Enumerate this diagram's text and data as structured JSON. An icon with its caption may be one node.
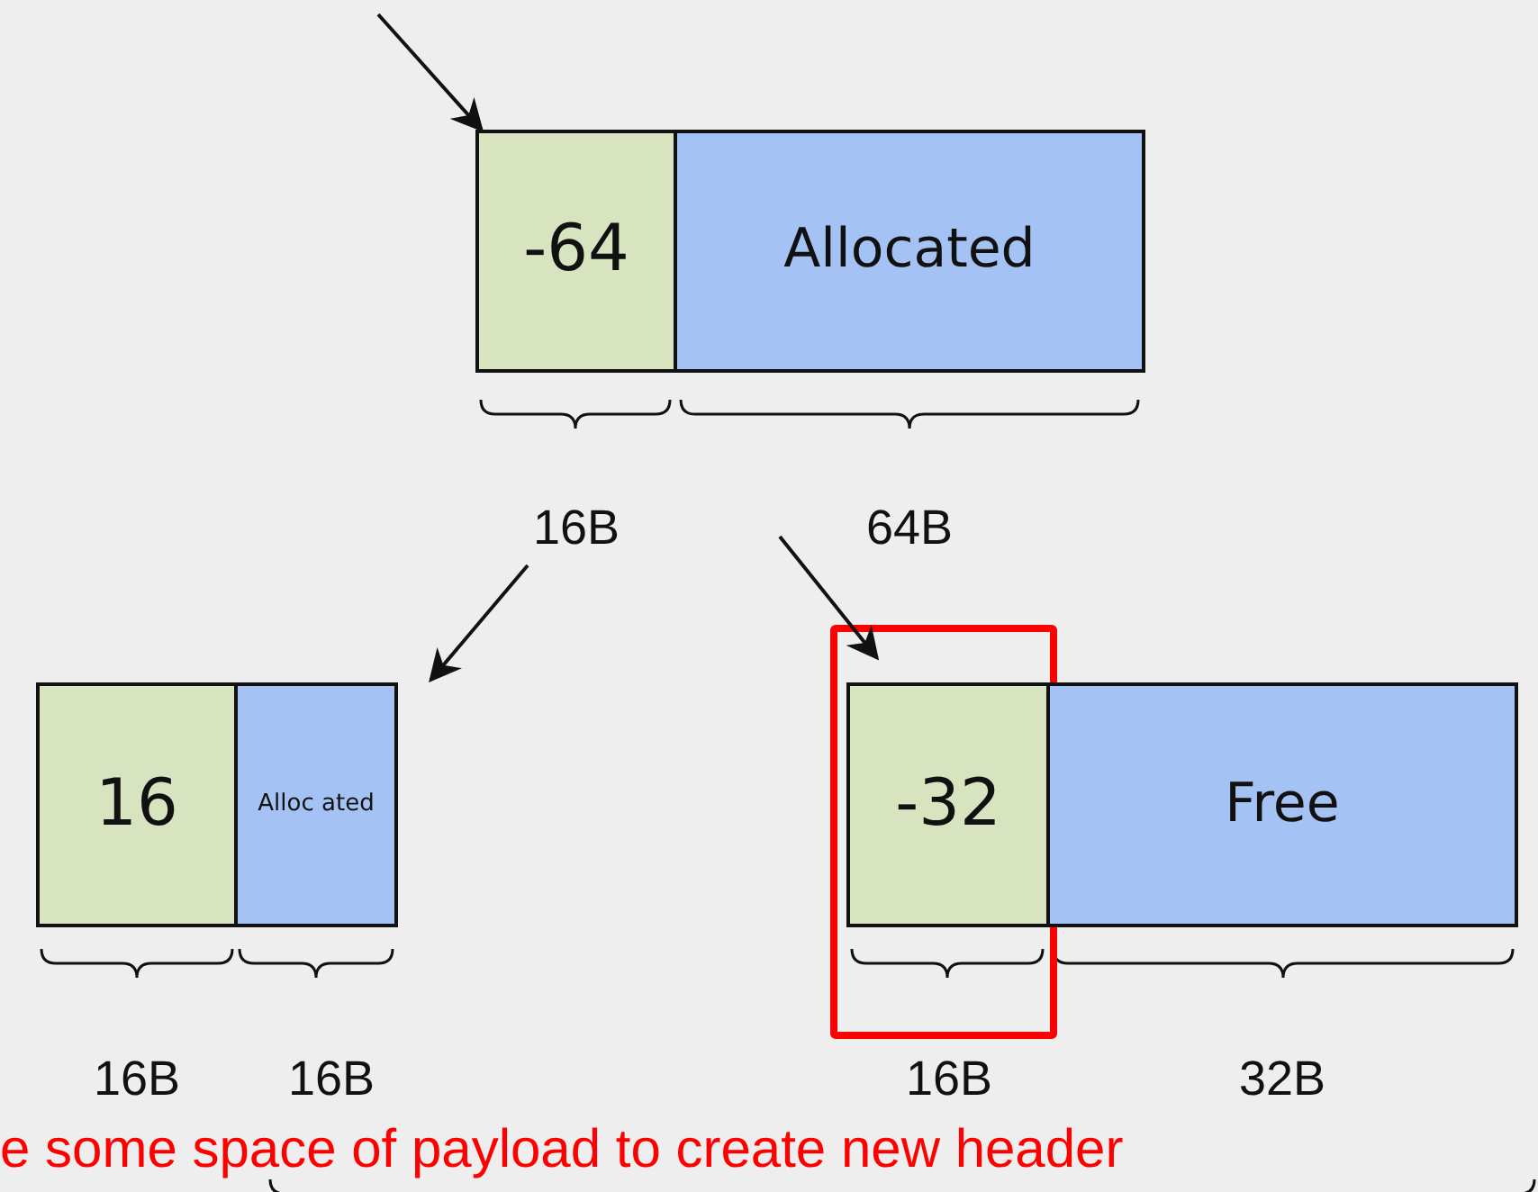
{
  "diagram": {
    "nodes": [
      {
        "text": [
          "-64"
        ]
      },
      {
        "text": [
          "Allocated"
        ]
      },
      {
        "text": [
          "16"
        ]
      },
      {
        "text": [
          "Alloc ated"
        ]
      },
      {
        "text": [
          "-32"
        ]
      },
      {
        "text": [
          "Free"
        ]
      }
    ],
    "edges": [
      {
        "from": null,
        "to": 0,
        "arrow": "to"
      },
      {
        "from": null,
        "to": 3,
        "arrow": "to"
      },
      {
        "from": null,
        "to": 4,
        "arrow": "to"
      }
    ],
    "labels": [
      "16B",
      "64B",
      "16B",
      "16B",
      "16B",
      "32B",
      "e some space of payload to create new header"
    ]
  }
}
